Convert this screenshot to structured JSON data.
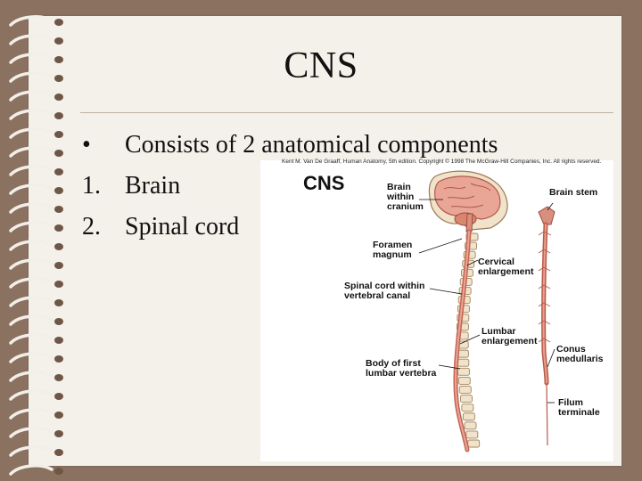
{
  "slide": {
    "title": "CNS",
    "bullets": [
      {
        "marker": "•",
        "text": "Consists of 2 anatomical components"
      },
      {
        "marker": "1.",
        "text": "Brain"
      },
      {
        "marker": "2.",
        "text": "Spinal cord"
      }
    ]
  },
  "figure": {
    "credit": "Kent M. Van De Graaff, Human Anatomy, 5th edition. Copyright © 1998 The McGraw-Hill Companies, Inc. All rights reserved.",
    "heading": "CNS",
    "labels": {
      "brain_within_cranium": [
        "Brain",
        "within",
        "cranium"
      ],
      "brain_stem": "Brain stem",
      "foramen_magnum": [
        "Foramen",
        "magnum"
      ],
      "cervical_enlargement": [
        "Cervical",
        "enlargement"
      ],
      "spinal_cord_canal": [
        "Spinal cord within",
        "vertebral canal"
      ],
      "lumbar_enlargement": [
        "Lumbar",
        "enlargement"
      ],
      "conus_medullaris": [
        "Conus",
        "medullaris"
      ],
      "body_first_lumbar": [
        "Body of first",
        "lumbar vertebra"
      ],
      "filum_terminale": [
        "Filum",
        "terminale"
      ]
    }
  },
  "colors": {
    "background": "#8b7160",
    "paper": "#f4f1ea",
    "cord": "#d98f7e",
    "brain": "#e9a596",
    "bone": "#f1e3c9"
  }
}
